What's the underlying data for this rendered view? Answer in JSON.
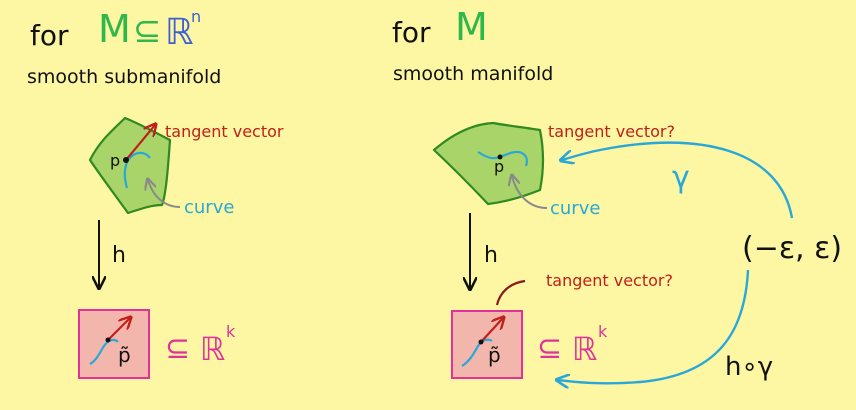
{
  "left": {
    "heading_prefix": "for",
    "heading_M": "M",
    "heading_subset": "⊆",
    "heading_R": "ℝ",
    "heading_exp": "n",
    "subtitle": "smooth submanifold",
    "point_label": "p",
    "tangent_label": "tangent vector",
    "curve_label": "curve",
    "map_label": "h",
    "image_point_label": "p̃",
    "target_subset": "⊆",
    "target_R": "ℝ",
    "target_exp": "k"
  },
  "right": {
    "heading_prefix": "for",
    "heading_M": "M",
    "subtitle": "smooth manifold",
    "point_label": "p",
    "tangent_label_top": "tangent vector?",
    "curve_label": "curve",
    "map_label": "h",
    "tangent_label_bottom": "tangent vector?",
    "image_point_label": "p̃",
    "target_subset": "⊆",
    "target_R": "ℝ",
    "target_exp": "k",
    "interval_label": "(−ε, ε)",
    "gamma_label": "γ",
    "composition_label": "h∘γ"
  },
  "colors": {
    "background": "#fdf6a3",
    "manifold_fill": "#a8d46a",
    "manifold_stroke": "#2f8a1f",
    "curve": "#29a8d8",
    "tangent": "#c0201a",
    "box_fill": "#f3b6ad",
    "box_stroke": "#e0329a",
    "accent_green": "#2fb84a",
    "accent_blue": "#3c5fd6",
    "accent_magenta": "#e0329a",
    "gray_arrow": "#8a8a8a"
  }
}
